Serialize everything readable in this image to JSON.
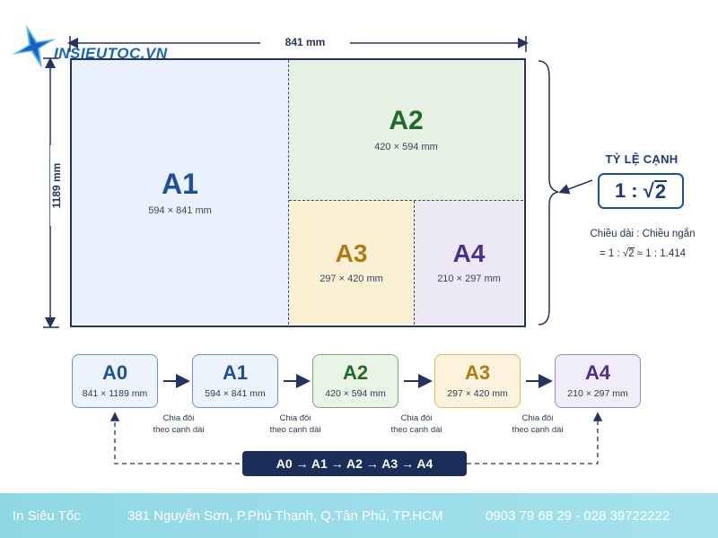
{
  "brand": {
    "logo_text": "INSIEUTOC.VN"
  },
  "sheet": {
    "width_label": "841 mm",
    "height_label": "1189 mm",
    "cells": [
      {
        "name": "A1",
        "size": "594 × 841 mm"
      },
      {
        "name": "A2",
        "size": "420 × 594 mm"
      },
      {
        "name": "A3",
        "size": "297 × 420 mm"
      },
      {
        "name": "A4",
        "size": "210 × 297 mm"
      }
    ]
  },
  "ratio": {
    "title": "TỶ LỆ CẠNH",
    "value_prefix": "1 : ",
    "value_root": "2",
    "note_line1": "Chiều dài : Chiều ngắn",
    "note_line2_prefix": "= 1 : ",
    "note_line2_root": "2",
    "note_line2_suffix": " ≈ 1 : 1.414"
  },
  "flow": {
    "boxes": [
      {
        "name": "A0",
        "size": "841 × 1189 mm"
      },
      {
        "name": "A1",
        "size": "594 × 841 mm"
      },
      {
        "name": "A2",
        "size": "420 × 594 mm"
      },
      {
        "name": "A3",
        "size": "297 × 420 mm"
      },
      {
        "name": "A4",
        "size": "210 × 297 mm"
      }
    ],
    "step_label_line1": "Chia đôi",
    "step_label_line2": "theo cạnh dài",
    "sequence": "A0 → A1 → A2 → A3 → A4"
  },
  "footer": {
    "company": "In Siêu Tốc",
    "address": "381 Nguyễn Sơn, P.Phú Thạnh, Q.Tân Phú, TP.HCM",
    "phones": "0903 79 68 29 - 028 39722222"
  },
  "colors": {
    "dark": "#24345e",
    "a1": "#1c4f9c",
    "a2": "#1e6b2a",
    "a3": "#b07b0e",
    "a4": "#4c2e8f",
    "footer": "#9bdde9"
  }
}
